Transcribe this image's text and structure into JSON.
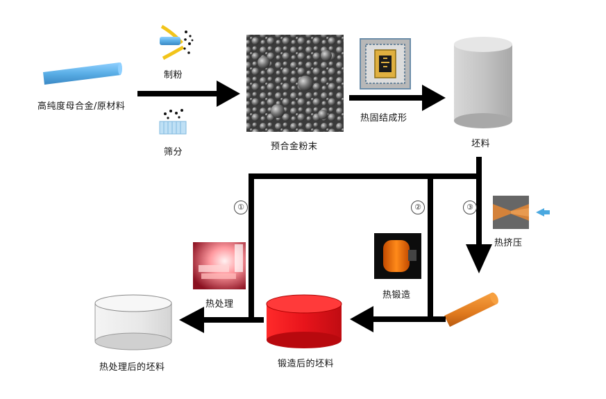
{
  "labels": {
    "raw_material": "高纯度母合金/原材料",
    "powder_making": "制粉",
    "sieving": "筛分",
    "prealloy_powder": "预合金粉末",
    "hip_forming": "热固结成形",
    "billet": "坯料",
    "hot_extrusion": "热挤压",
    "hot_forging": "热锻造",
    "heat_treatment": "热处理",
    "forged_billet": "锻造后的坯料",
    "heat_treated_billet": "热处理后的坯料"
  },
  "route_numbers": {
    "r1": "①",
    "r2": "②",
    "r3": "③"
  },
  "colors": {
    "arrow": "#000000",
    "raw_rod": "#5aaee6",
    "billet_cylinder": "#c9c9c9",
    "forged_cylinder": "#e8141b",
    "heat_treated_cylinder": "#e6e6e6",
    "extruded_rod": "#e07a1e"
  }
}
